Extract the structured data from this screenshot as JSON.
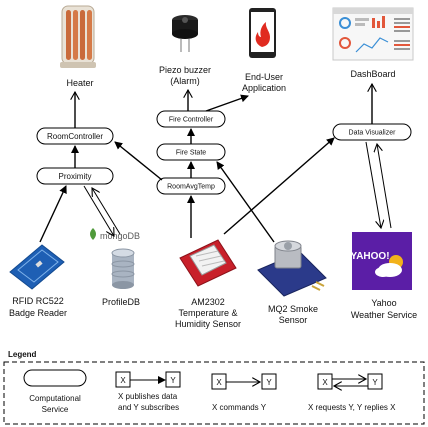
{
  "nodes": {
    "heater": "Heater",
    "piezo_line1": "Piezo buzzer",
    "piezo_line2": "(Alarm)",
    "enduser_line1": "End-User",
    "enduser_line2": "Application",
    "dashboard": "DashBoard",
    "roomcontroller": "RoomController",
    "proximity": "Proximity",
    "firecontroller": "Fire Controller",
    "firestate": "Fire State",
    "roomavgtemp": "RoomAvgTemp",
    "datavisualizer": "Data Visualizer",
    "rfid_line1": "RFID RC522",
    "rfid_line2": "Badge Reader",
    "profiledb": "ProfileDB",
    "mongodb_logo": "mongoDB",
    "am2302_line1": "AM2302",
    "am2302_line2": "Temperature &",
    "am2302_line3": "Humidity Sensor",
    "mq2_line1": "MQ2 Smoke",
    "mq2_line2": "Sensor",
    "yahoo_line1": "Yahoo",
    "yahoo_line2": "Weather Service",
    "yahoo_logo": "YAHOO!"
  },
  "legend": {
    "title": "Legend",
    "computational_line1": "Computational",
    "computational_line2": "Service",
    "x": "X",
    "y": "Y",
    "publishes_line1": "X publishes data",
    "publishes_line2": "and Y subscribes",
    "commands": "X commands Y",
    "requests": "X requests Y, Y replies X"
  },
  "colors": {
    "rfid_board": "#1e5fb4",
    "am2302_board": "#c8202a",
    "mq2_board": "#2b3a8a",
    "yahoo_purple": "#5b1ea6",
    "heater_copper": "#c96a3b",
    "fire_red": "#e02b20",
    "mongodb_green": "#4f9a3a"
  }
}
